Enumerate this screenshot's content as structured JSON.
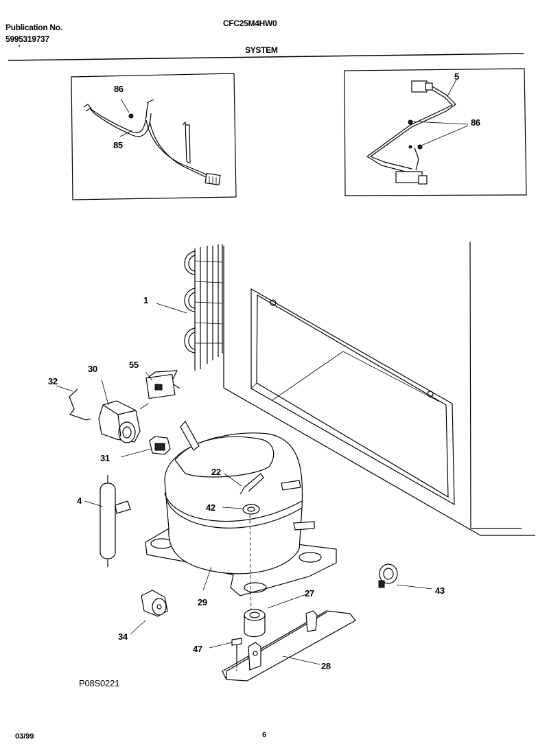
{
  "header": {
    "publication_label": "Publication No.",
    "publication_number": "5995319737",
    "model": "CFC25M4HW0",
    "section": "SYSTEM"
  },
  "footer": {
    "drawing_code": "P08S0221",
    "date": "03/99",
    "page": "6"
  },
  "callouts": {
    "c86a": "86",
    "c85": "85",
    "c5": "5",
    "c86b": "86",
    "c1": "1",
    "c55": "55",
    "c30": "30",
    "c32": "32",
    "c31": "31",
    "c22": "22",
    "c42": "42",
    "c4": "4",
    "c29": "29",
    "c27": "27",
    "c43": "43",
    "c34": "34",
    "c47": "47",
    "c28": "28"
  }
}
